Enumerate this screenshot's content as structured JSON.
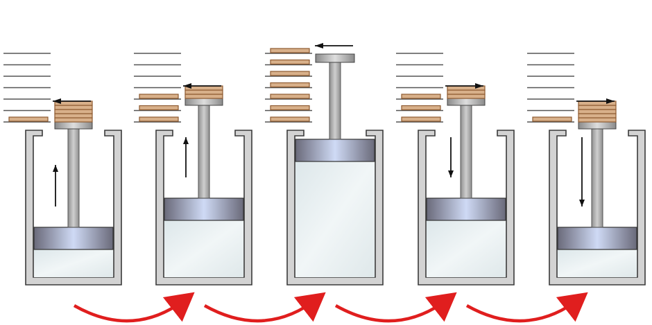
{
  "diagram": {
    "colors": {
      "background": "#ffffff",
      "cylinder_wall": "#d3d3d3",
      "wall_outline": "#3a3a3a",
      "gas": "#e3ecee",
      "piston_light": "#cfdaf5",
      "piston_dark": "#6a6a7a",
      "rod": "#a8a8a8",
      "weight_fill": "#d8b08a",
      "weight_stripe": "#8e5a30",
      "shelf_line": "#555555",
      "arrow": "#111111",
      "cycle_arrow": "#e01e1e"
    },
    "stages": [
      {
        "state": "low",
        "weights_on_piston": 5,
        "weights_on_left_shelf": 1,
        "weights_on_right_shelf": 0,
        "motion": "up"
      },
      {
        "state": "mid",
        "weights_on_piston": 3,
        "weights_on_left_shelf": 3,
        "weights_on_right_shelf": 0,
        "motion": "up"
      },
      {
        "state": "high",
        "weights_on_piston": 0,
        "weights_on_left_shelf": 7,
        "weights_on_right_shelf": 0,
        "motion": "none"
      },
      {
        "state": "mid",
        "weights_on_piston": 3,
        "weights_on_left_shelf": 3,
        "weights_on_right_shelf": 0,
        "motion": "down"
      },
      {
        "state": "low",
        "weights_on_piston": 5,
        "weights_on_left_shelf": 1,
        "weights_on_right_shelf": 0,
        "motion": "down"
      }
    ],
    "transitions": [
      {
        "from": 0,
        "to": 1
      },
      {
        "from": 1,
        "to": 2
      },
      {
        "from": 2,
        "to": 3
      },
      {
        "from": 3,
        "to": 4
      }
    ]
  }
}
